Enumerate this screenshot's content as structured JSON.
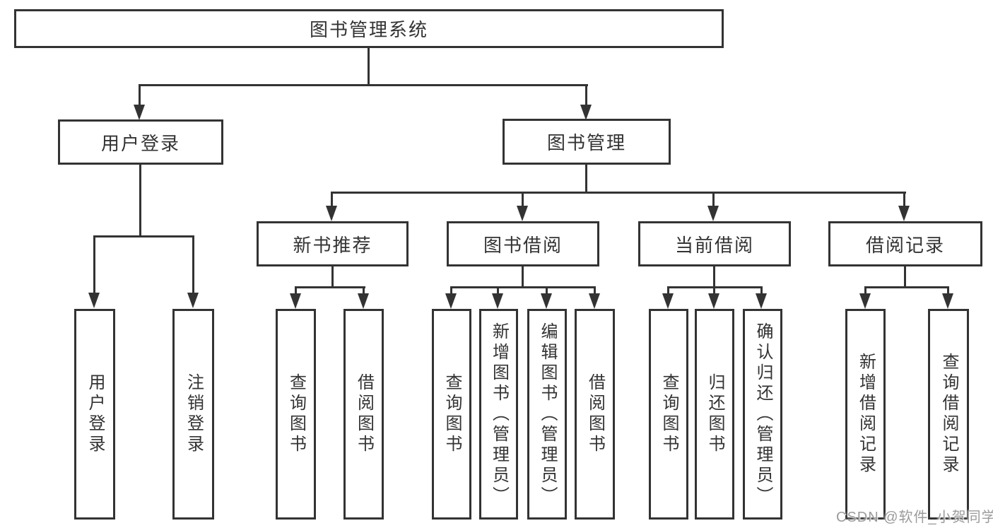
{
  "diagram": {
    "root": {
      "label": "图书管理系统"
    },
    "level2": {
      "user_login": {
        "label": "用户登录"
      },
      "book_mgmt": {
        "label": "图书管理"
      }
    },
    "level3": {
      "new_book_rec": {
        "label": "新书推荐"
      },
      "book_borrow": {
        "label": "图书借阅"
      },
      "current_borrow": {
        "label": "当前借阅"
      },
      "borrow_records": {
        "label": "借阅记录"
      }
    },
    "leaves": {
      "user_login_leaf": {
        "label": "用户登录"
      },
      "logout": {
        "label": "注销登录"
      },
      "rec_query_book": {
        "label": "查询图书"
      },
      "rec_borrow_book": {
        "label": "借阅图书"
      },
      "borrow_query_book": {
        "label": "查询图书"
      },
      "borrow_add_book": {
        "label": "新增图书（管理员）"
      },
      "borrow_edit_book": {
        "label": "编辑图书（管理员）"
      },
      "borrow_borrow_book": {
        "label": "借阅图书"
      },
      "cur_query_book": {
        "label": "查询图书"
      },
      "cur_return_book": {
        "label": "归还图书"
      },
      "cur_confirm_return": {
        "label": "确认归还（管理员）"
      },
      "records_add_record": {
        "label": "新增借阅记录"
      },
      "records_query_record": {
        "label": "查询借阅记录"
      }
    }
  },
  "watermark": {
    "text": "CSDN @软件_小贺同学"
  },
  "colors": {
    "line": "#333333",
    "text": "#333333",
    "watermark": "#9b9b9b",
    "background": "#ffffff"
  }
}
